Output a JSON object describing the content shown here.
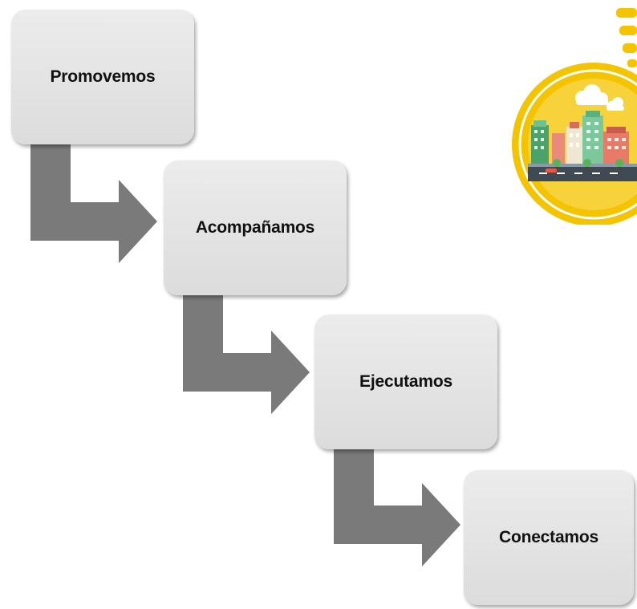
{
  "diagram": {
    "steps": [
      {
        "label": "Promovemos"
      },
      {
        "label": "Acompañamos"
      },
      {
        "label": "Ejecutamos"
      },
      {
        "label": "Conectamos"
      }
    ],
    "connector_color": "#7a7a7a",
    "box_color": "#e2e2e2",
    "logo": {
      "icon": "city-illustration-icon",
      "ring_color": "#f5c400"
    }
  }
}
